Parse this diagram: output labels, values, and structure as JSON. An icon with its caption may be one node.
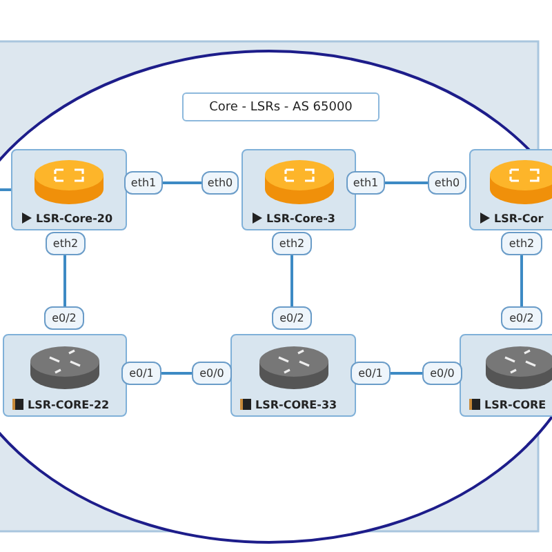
{
  "diagram": {
    "nodes": [
      {
        "text": [
          "Core - LSRs - AS 65000"
        ]
      },
      {
        "text": [
          "LSR-Core-20"
        ]
      },
      {
        "text": [
          "LSR-Core-3"
        ]
      },
      {
        "text": [
          "LSR-Cor"
        ]
      },
      {
        "text": [
          "LSR-CORE-22"
        ]
      },
      {
        "text": [
          "LSR-CORE-33"
        ]
      },
      {
        "text": [
          "LSR-CORE"
        ]
      },
      {
        "text": [
          "eth1"
        ]
      },
      {
        "text": [
          "eth0"
        ]
      },
      {
        "text": [
          "eth1"
        ]
      },
      {
        "text": [
          "eth0"
        ]
      },
      {
        "text": [
          "eth2"
        ]
      },
      {
        "text": [
          "eth2"
        ]
      },
      {
        "text": [
          "eth2"
        ]
      },
      {
        "text": [
          "e0/2"
        ]
      },
      {
        "text": [
          "e0/2"
        ]
      },
      {
        "text": [
          "e0/2"
        ]
      },
      {
        "text": [
          "e0/1"
        ]
      },
      {
        "text": [
          "e0/0"
        ]
      },
      {
        "text": [
          "e0/1"
        ]
      },
      {
        "text": [
          "e0/0"
        ]
      }
    ],
    "edges": [
      {
        "from": null,
        "to": 1,
        "arrow": "none"
      },
      {
        "from": 7,
        "to": 8,
        "arrow": "none"
      },
      {
        "from": 9,
        "to": 10,
        "arrow": "none"
      },
      {
        "from": 11,
        "to": 14,
        "arrow": "none"
      },
      {
        "from": 12,
        "to": 15,
        "arrow": "none"
      },
      {
        "from": 13,
        "to": 16,
        "arrow": "none"
      },
      {
        "from": 17,
        "to": 18,
        "arrow": "none"
      },
      {
        "from": 19,
        "to": 20,
        "arrow": "none"
      }
    ]
  }
}
